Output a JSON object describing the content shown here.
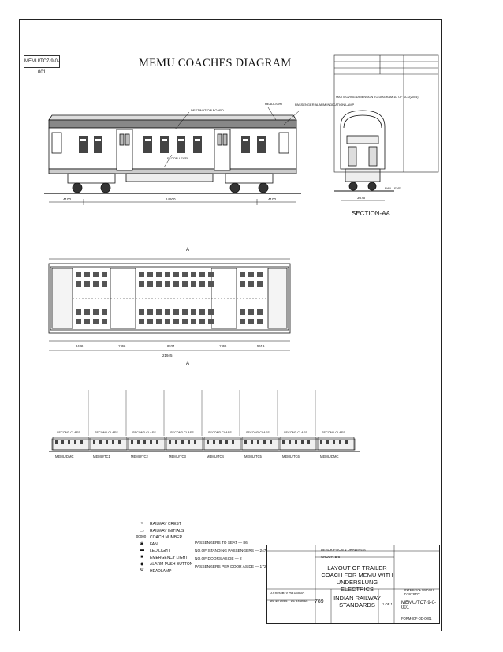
{
  "title": "MEMU COACHES DIAGRAM",
  "drawing_number_tag": "MEMU/TC7-9-0-001",
  "section_label": "SECTION-AA",
  "section_marker": "A",
  "labels": {
    "destination_board": "DESTINATION BOARD",
    "headlight": "HEADLIGHT",
    "passenger_alarm": "PASSENGER ALARM INDICATION LAMP",
    "floor_level": "FLOOR LEVEL",
    "rail_level": "RAIL LEVEL",
    "max_moving_dimension": "MAX MOVING DIMENSION TO DIAGRAM 1D OF SCD(2004)"
  },
  "dimensions": {
    "side_left": "4100",
    "side_center": "14600",
    "side_right": "4100",
    "plan_bottom": [
      "8446",
      "1366",
      "8534",
      "1366",
      "5519"
    ],
    "plan_overall": "21945",
    "section_width": "3676"
  },
  "train_coaches": [
    {
      "class": "SECOND CLASS",
      "label": "MEMU/DMC"
    },
    {
      "class": "SECOND CLASS",
      "label": "MEMU/TC1"
    },
    {
      "class": "SECOND CLASS",
      "label": "MEMU/TC2"
    },
    {
      "class": "SECOND CLASS",
      "label": "MEMU/TC3"
    },
    {
      "class": "SECOND CLASS",
      "label": "MEMU/TC4"
    },
    {
      "class": "SECOND CLASS",
      "label": "MEMU/TC5"
    },
    {
      "class": "SECOND CLASS",
      "label": "MEMU/TC6"
    },
    {
      "class": "SECOND CLASS",
      "label": "MEMU/DMC"
    }
  ],
  "legend": [
    {
      "icon": "railway-crest-icon",
      "glyph": "○",
      "text": "RAILWAY CREST"
    },
    {
      "icon": "railway-initials-icon",
      "glyph": "▭",
      "text": "RAILWAY INITIALS"
    },
    {
      "icon": "coach-number-icon",
      "glyph": "00000",
      "text": "COACH NUMBER"
    },
    {
      "icon": "fan-icon",
      "glyph": "✱",
      "text": "FAN"
    },
    {
      "icon": "led-light-icon",
      "glyph": "▬",
      "text": "LED LIGHT"
    },
    {
      "icon": "emergency-light-icon",
      "glyph": "■",
      "text": "EMERGENCY LIGHT"
    },
    {
      "icon": "alarm-push-button-icon",
      "glyph": "◆",
      "text": "ALARM PUSH BUTTON"
    },
    {
      "icon": "headlamp-icon",
      "glyph": "Ψ",
      "text": "HEADLAMP"
    }
  ],
  "stats": [
    {
      "label": "PASSENGERS TO SEAT",
      "value": "86"
    },
    {
      "label": "NO.OF STANDING PASSENGERS",
      "value": "247"
    },
    {
      "label": "NO.OF DOORS ASIDE",
      "value": "2"
    },
    {
      "label": "PASSENGERS PER DOOR ASIDE",
      "value": "172"
    }
  ],
  "title_block": {
    "heading_row": "DESCRIPTION & DRAWINGS",
    "group": "GROUP: B-5",
    "layout_title": "LAYOUT OF TRAILER COACH FOR MEMU WITH UNDERSLUNG ELECTRICS",
    "organisation": "INDIAN RAILWAY STANDARDS",
    "drawing_no": "MEMU/TC7-9-0-001",
    "data_page": "789",
    "sheet": "1 OF 1",
    "factory": "INTEGRAL COACH FACTORY",
    "assembly": "ASSEMBLY DRAWING",
    "date1": "25-10-2016",
    "date2": "25-04-2016",
    "footer": "FORM-ICF-DD-0001"
  }
}
